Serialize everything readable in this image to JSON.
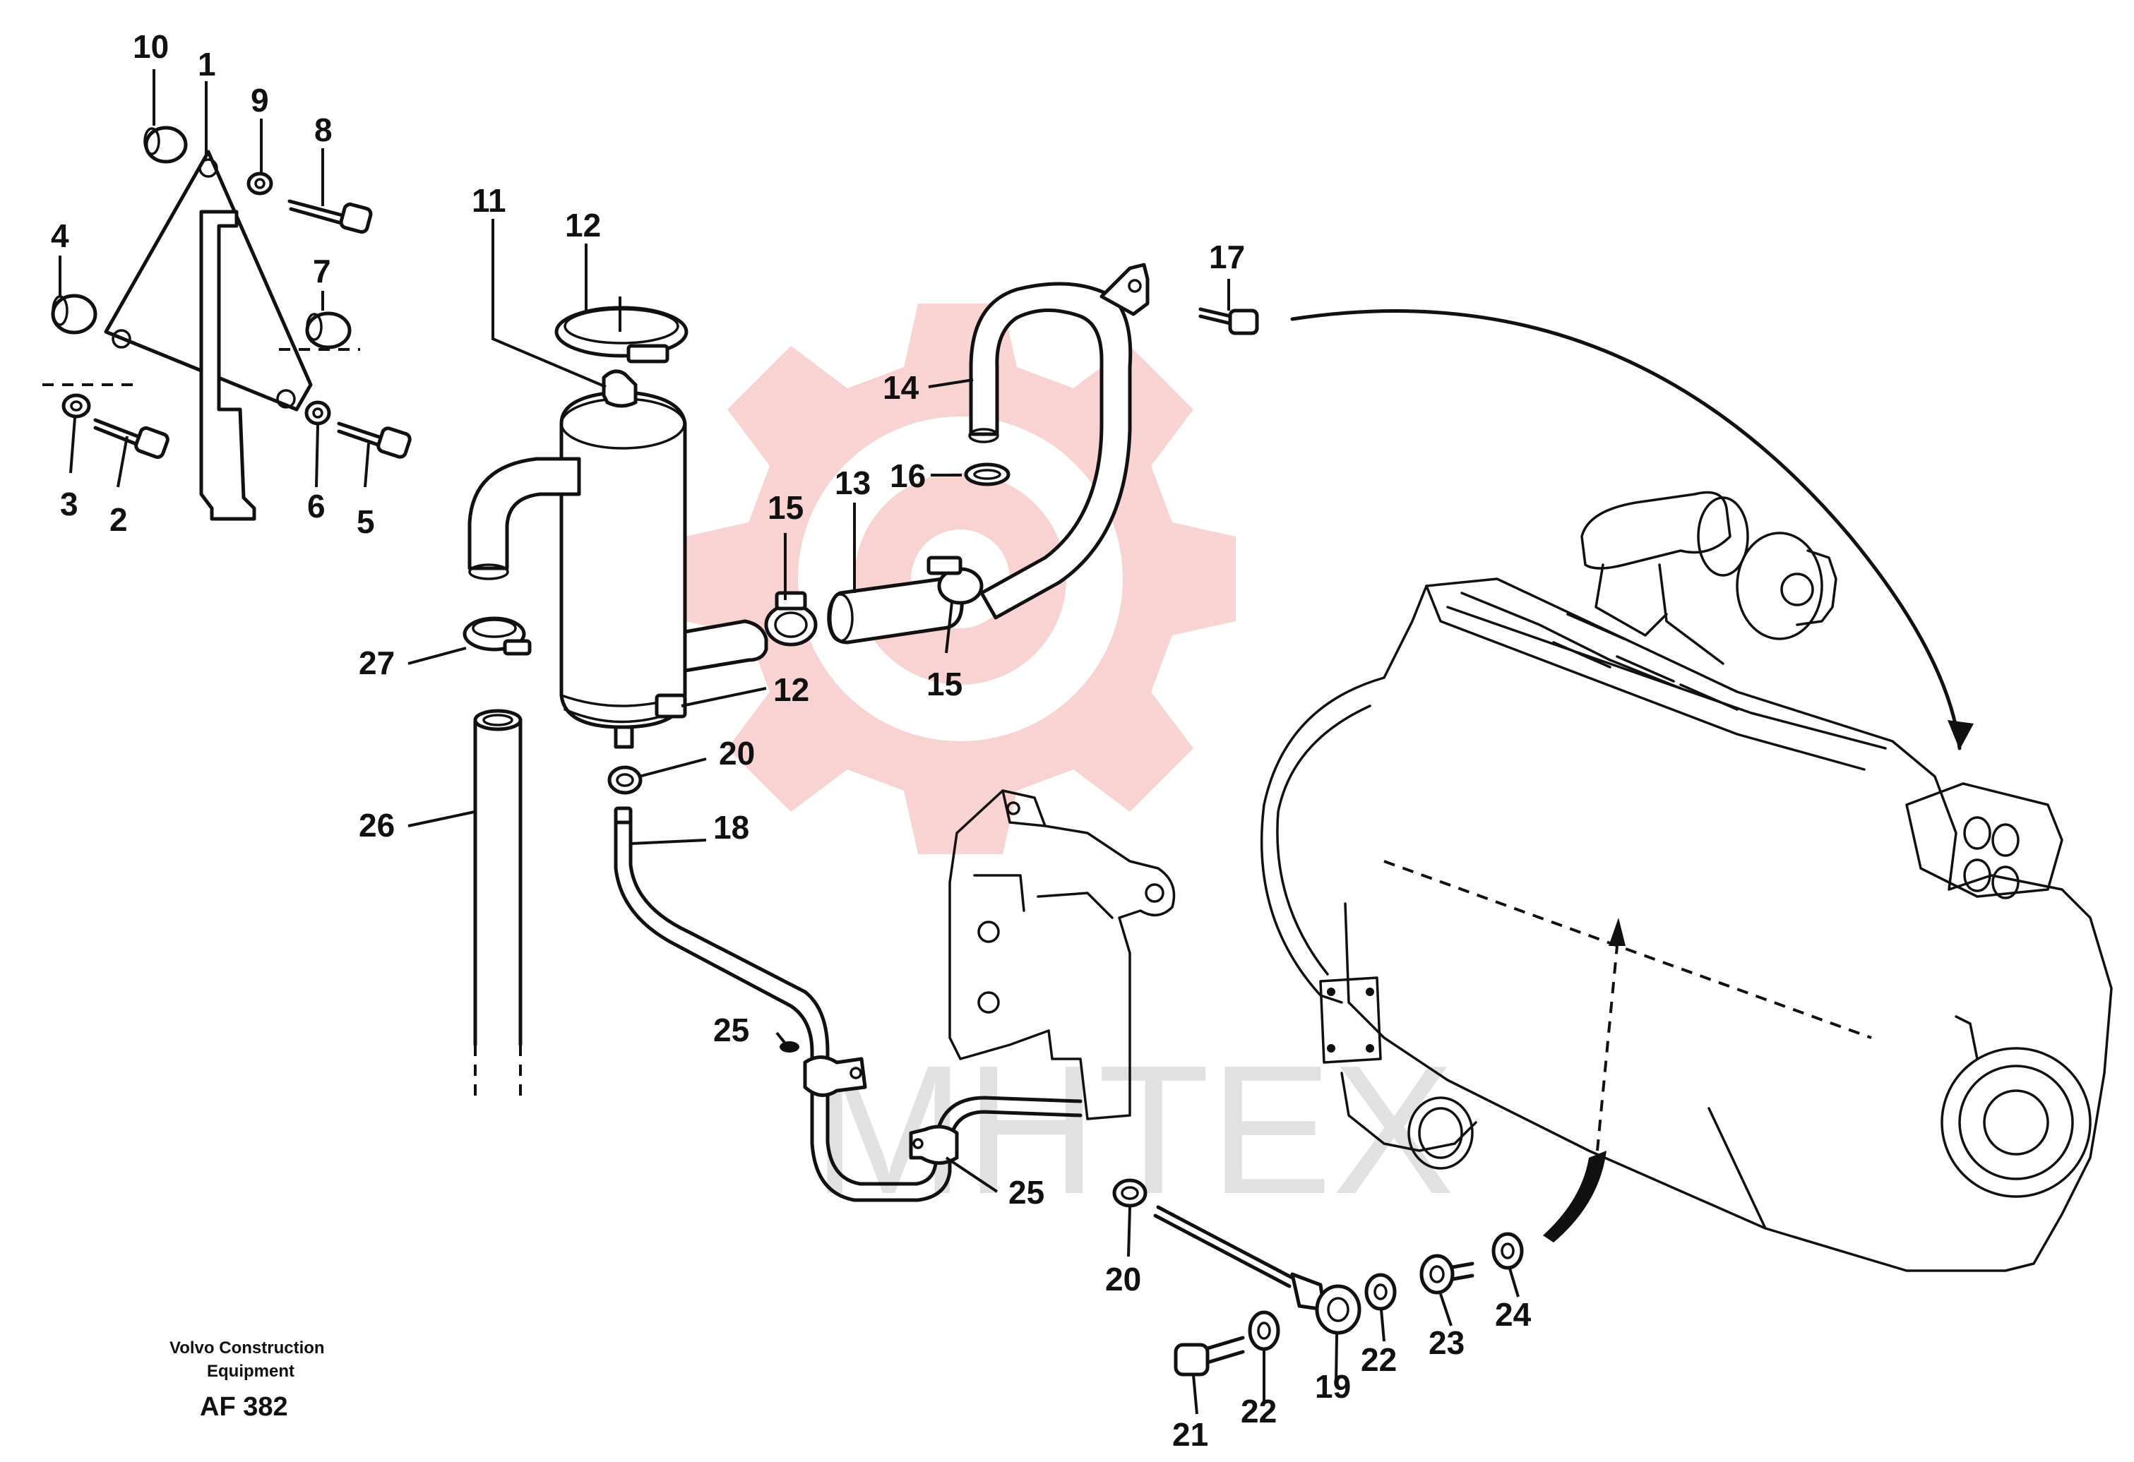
{
  "watermark": {
    "text": "MHTEX",
    "color": "#e53935"
  },
  "footer": {
    "company_line1": "Volvo Construction",
    "company_line2": "Equipment",
    "code": "AF 382"
  },
  "callouts": {
    "c10": "10",
    "c1": "1",
    "c9": "9",
    "c8": "8",
    "c4": "4",
    "c7": "7",
    "c3": "3",
    "c2": "2",
    "c6": "6",
    "c5": "5",
    "c11": "11",
    "c12a": "12",
    "c12b": "12",
    "c17": "17",
    "c14": "14",
    "c16": "16",
    "c15a": "15",
    "c13": "13",
    "c15b": "15",
    "c27": "27",
    "c20a": "20",
    "c18": "18",
    "c26": "26",
    "c25a": "25",
    "c25b": "25",
    "c20b": "20",
    "c21": "21",
    "c22a": "22",
    "c19": "19",
    "c22b": "22",
    "c23": "23",
    "c24": "24"
  }
}
